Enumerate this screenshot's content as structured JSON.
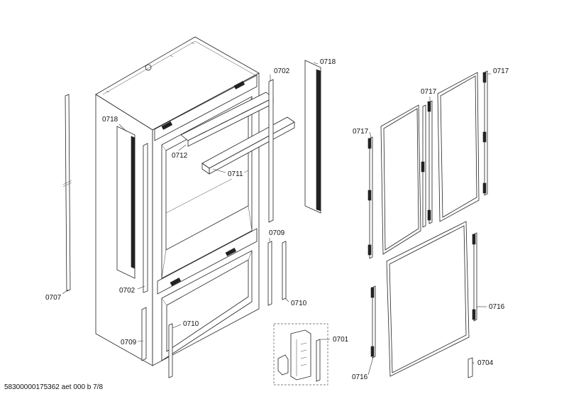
{
  "labels": {
    "l0718a": "0718",
    "l0718b": "0718",
    "l0702a": "0702",
    "l0702b": "0702",
    "l0712": "0712",
    "l0711": "0711",
    "l0707": "0707",
    "l0709a": "0709",
    "l0709b": "0709",
    "l0710a": "0710",
    "l0710b": "0710",
    "l0701": "0701",
    "l0717a": "0717",
    "l0717b": "0717",
    "l0717c": "0717",
    "l0716a": "0716",
    "l0716b": "0716",
    "l0704": "0704"
  },
  "footer": "58300000175362 aet 000 b 7/8"
}
